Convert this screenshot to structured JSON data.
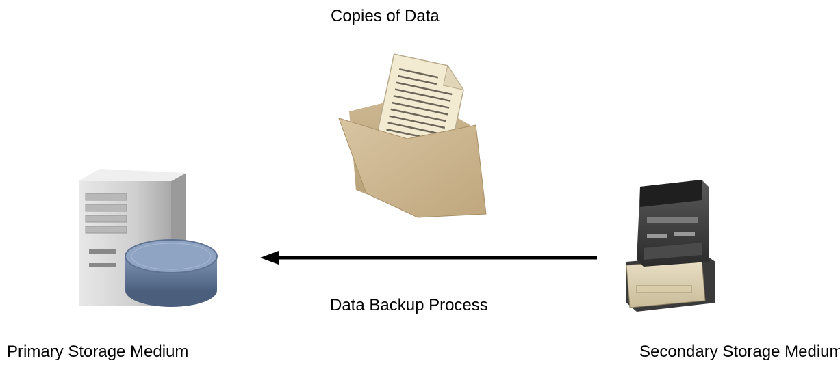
{
  "diagram": {
    "top_label": "Copies of Data",
    "arrow_label": "Data Backup Process",
    "left_label": "Primary Storage Medium",
    "right_label": "Secondary Storage Medium"
  },
  "icons": {
    "folder": "folder-with-document-icon",
    "server": "server-tower-with-disk-icon",
    "tape": "tape-drive-icon",
    "arrow": "arrow-left"
  }
}
